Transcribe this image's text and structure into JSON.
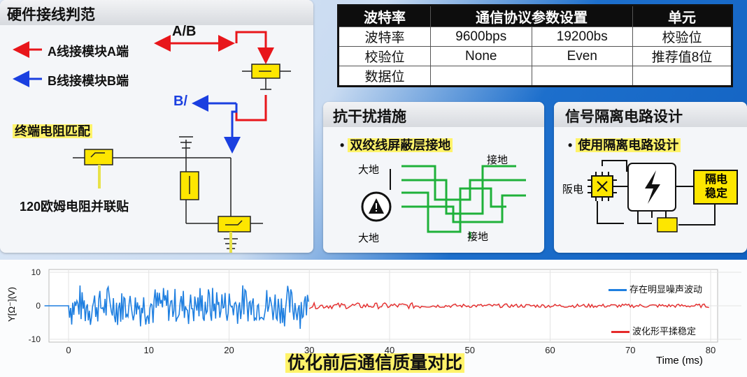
{
  "hardware": {
    "title": "硬件接线判范",
    "legend_a": "A线接模块A端",
    "legend_b": "B线接模块B端",
    "label_ab": "A/B",
    "label_b": "B/",
    "termination": "终端电阻匹配",
    "resistor_note": "120欧姆电阻并联贴"
  },
  "spec_table": {
    "headers": [
      "波特率",
      "通信协议参数设置",
      "单元"
    ],
    "rows": [
      [
        "波特率",
        "9600bps",
        "19200bs",
        "校验位"
      ],
      [
        "校验位",
        "None",
        "Even",
        "推荐值8位"
      ],
      [
        "数据位",
        "",
        "",
        ""
      ]
    ]
  },
  "interference": {
    "title": "抗干扰措施",
    "bullet": "双绞线屏蔽层接地",
    "label_ground": "大地",
    "label_ground2": "大地",
    "label_earth": "接地",
    "label_earth2": "接地"
  },
  "isolation": {
    "title": "信号隔离电路设计",
    "bullet": "使用隔离电路设计",
    "label_left": "阪电",
    "label_right": "隔电稳定"
  },
  "chart_data": {
    "type": "line",
    "caption": "优化前后通信质量对比",
    "xlabel": "Time (ms)",
    "ylabel": "Y[Ω⁻](V)",
    "xlim": [
      0,
      80
    ],
    "ylim": [
      -10,
      10
    ],
    "x_ticks": [
      0,
      10,
      20,
      30,
      40,
      50,
      60,
      70,
      80
    ],
    "y_ticks": [
      10,
      0,
      -10
    ],
    "y_tick_labels": [
      "10",
      "0",
      "-10"
    ],
    "legend": "right",
    "series": [
      {
        "name": "存在明显噪声波动",
        "color": "#1f7fe0",
        "x_range": [
          0,
          30
        ],
        "pattern": "noisy",
        "amplitude": 7
      },
      {
        "name": "波化形平揉稳定",
        "color": "#e52b2b",
        "x_range": [
          30,
          80
        ],
        "pattern": "stable",
        "amplitude": 1
      }
    ]
  },
  "colors": {
    "accent_red": "#e8161b",
    "accent_blue": "#1a3fe0",
    "highlight": "#fff36a",
    "green": "#1fb13a"
  }
}
